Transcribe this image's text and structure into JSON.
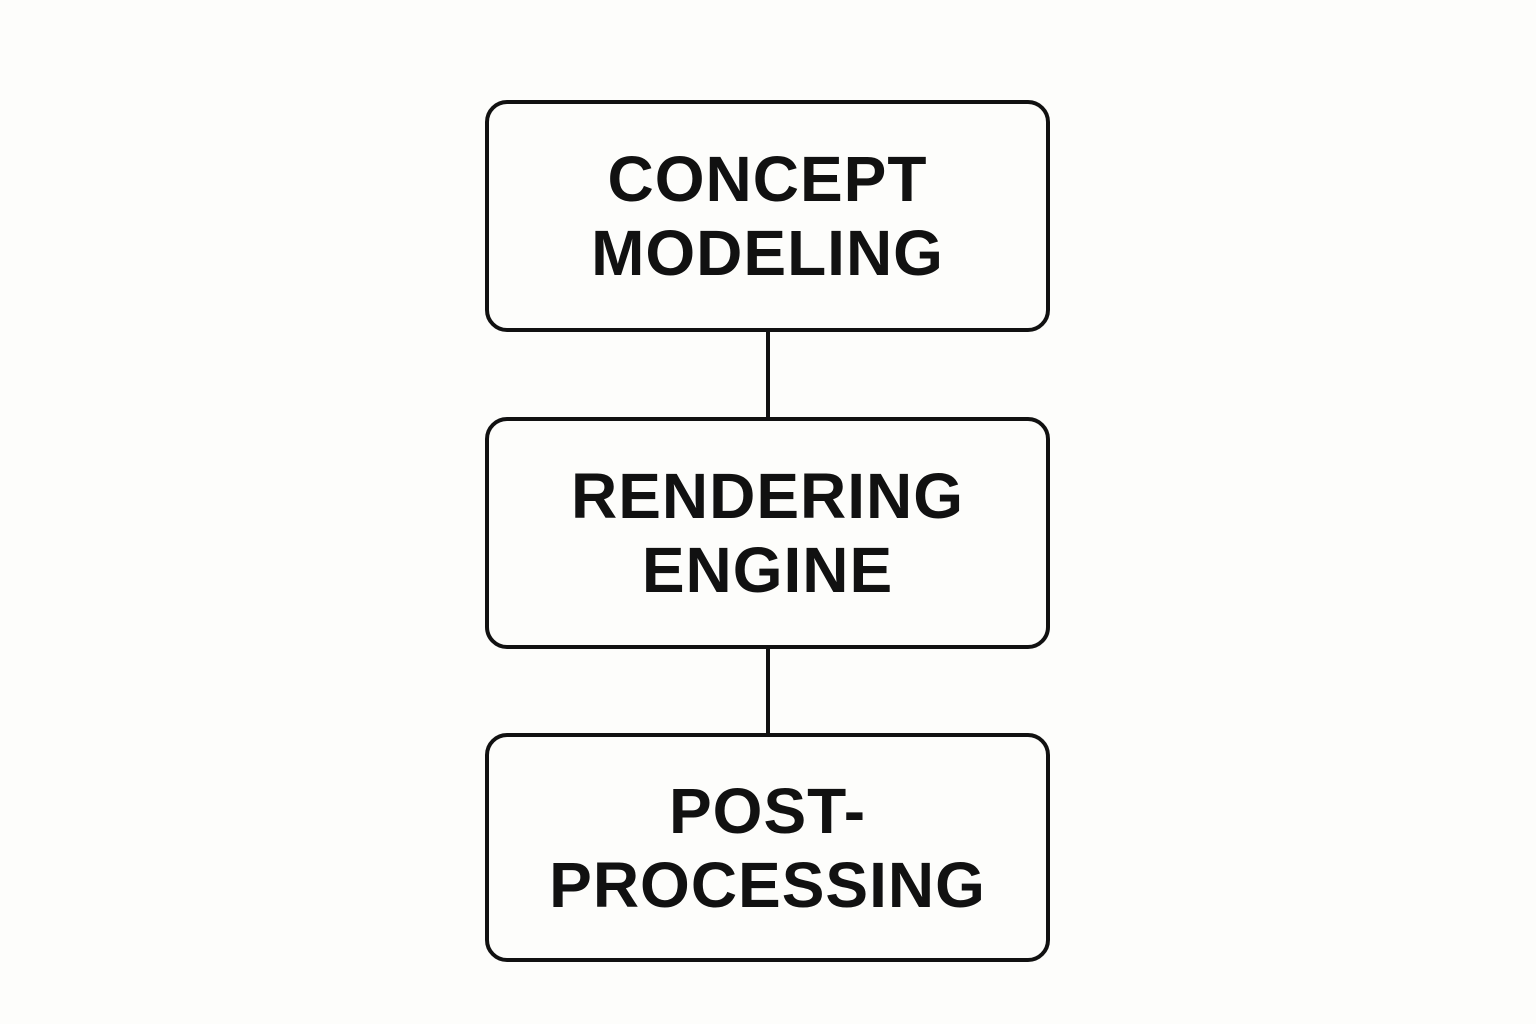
{
  "diagram": {
    "nodes": [
      {
        "lines": [
          "CONCEPT",
          "MODELING"
        ]
      },
      {
        "lines": [
          "RENDERING",
          "ENGINE"
        ]
      },
      {
        "lines": [
          "POST-",
          "PROCESSING"
        ]
      }
    ],
    "colors": {
      "background": "#fdfdfb",
      "stroke": "#111111",
      "text": "#111111"
    }
  }
}
